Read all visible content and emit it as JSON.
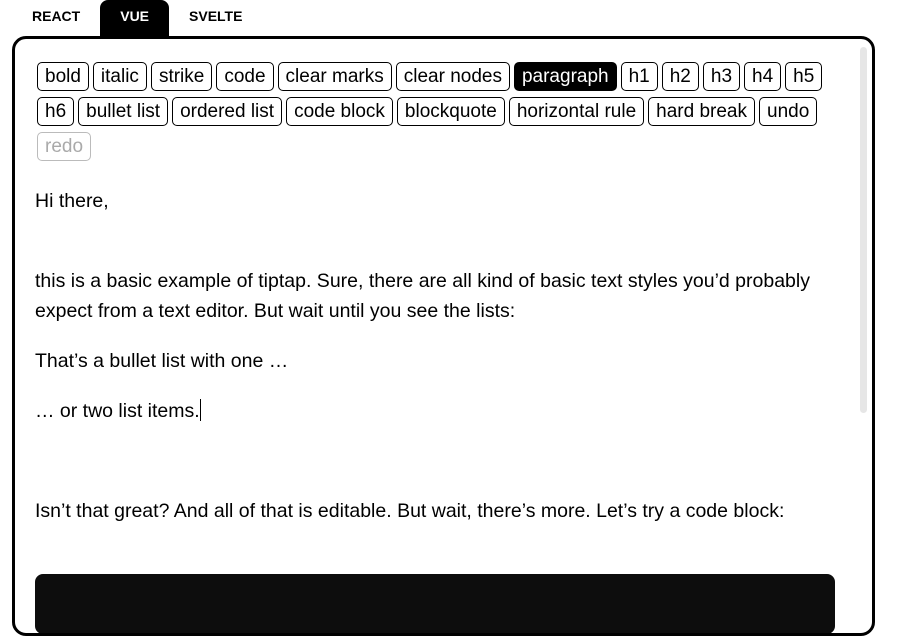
{
  "tabs": [
    {
      "label": "REACT"
    },
    {
      "label": "VUE",
      "active": true
    },
    {
      "label": "SVELTE"
    }
  ],
  "toolbar": {
    "buttons": [
      {
        "label": "bold"
      },
      {
        "label": "italic"
      },
      {
        "label": "strike"
      },
      {
        "label": "code"
      },
      {
        "label": "clear marks"
      },
      {
        "label": "clear nodes"
      },
      {
        "label": "paragraph",
        "active": true
      },
      {
        "label": "h1"
      },
      {
        "label": "h2"
      },
      {
        "label": "h3"
      },
      {
        "label": "h4"
      },
      {
        "label": "h5"
      },
      {
        "label": "h6"
      },
      {
        "label": "bullet list"
      },
      {
        "label": "ordered list"
      },
      {
        "label": "code block"
      },
      {
        "label": "blockquote"
      },
      {
        "label": "horizontal rule"
      },
      {
        "label": "hard break"
      },
      {
        "label": "undo"
      },
      {
        "label": "redo",
        "disabled": true
      }
    ]
  },
  "content": {
    "p1": "Hi there,",
    "p2": "this is a basic example of tiptap. Sure, there are all kind of basic text styles you’d probably expect from a text editor. But wait until you see the lists:",
    "li1": "That’s a bullet list with one …",
    "li2": "… or two list items.",
    "p3": "Isn’t that great? And all of that is editable. But wait, there’s more. Let’s try a code block:"
  }
}
